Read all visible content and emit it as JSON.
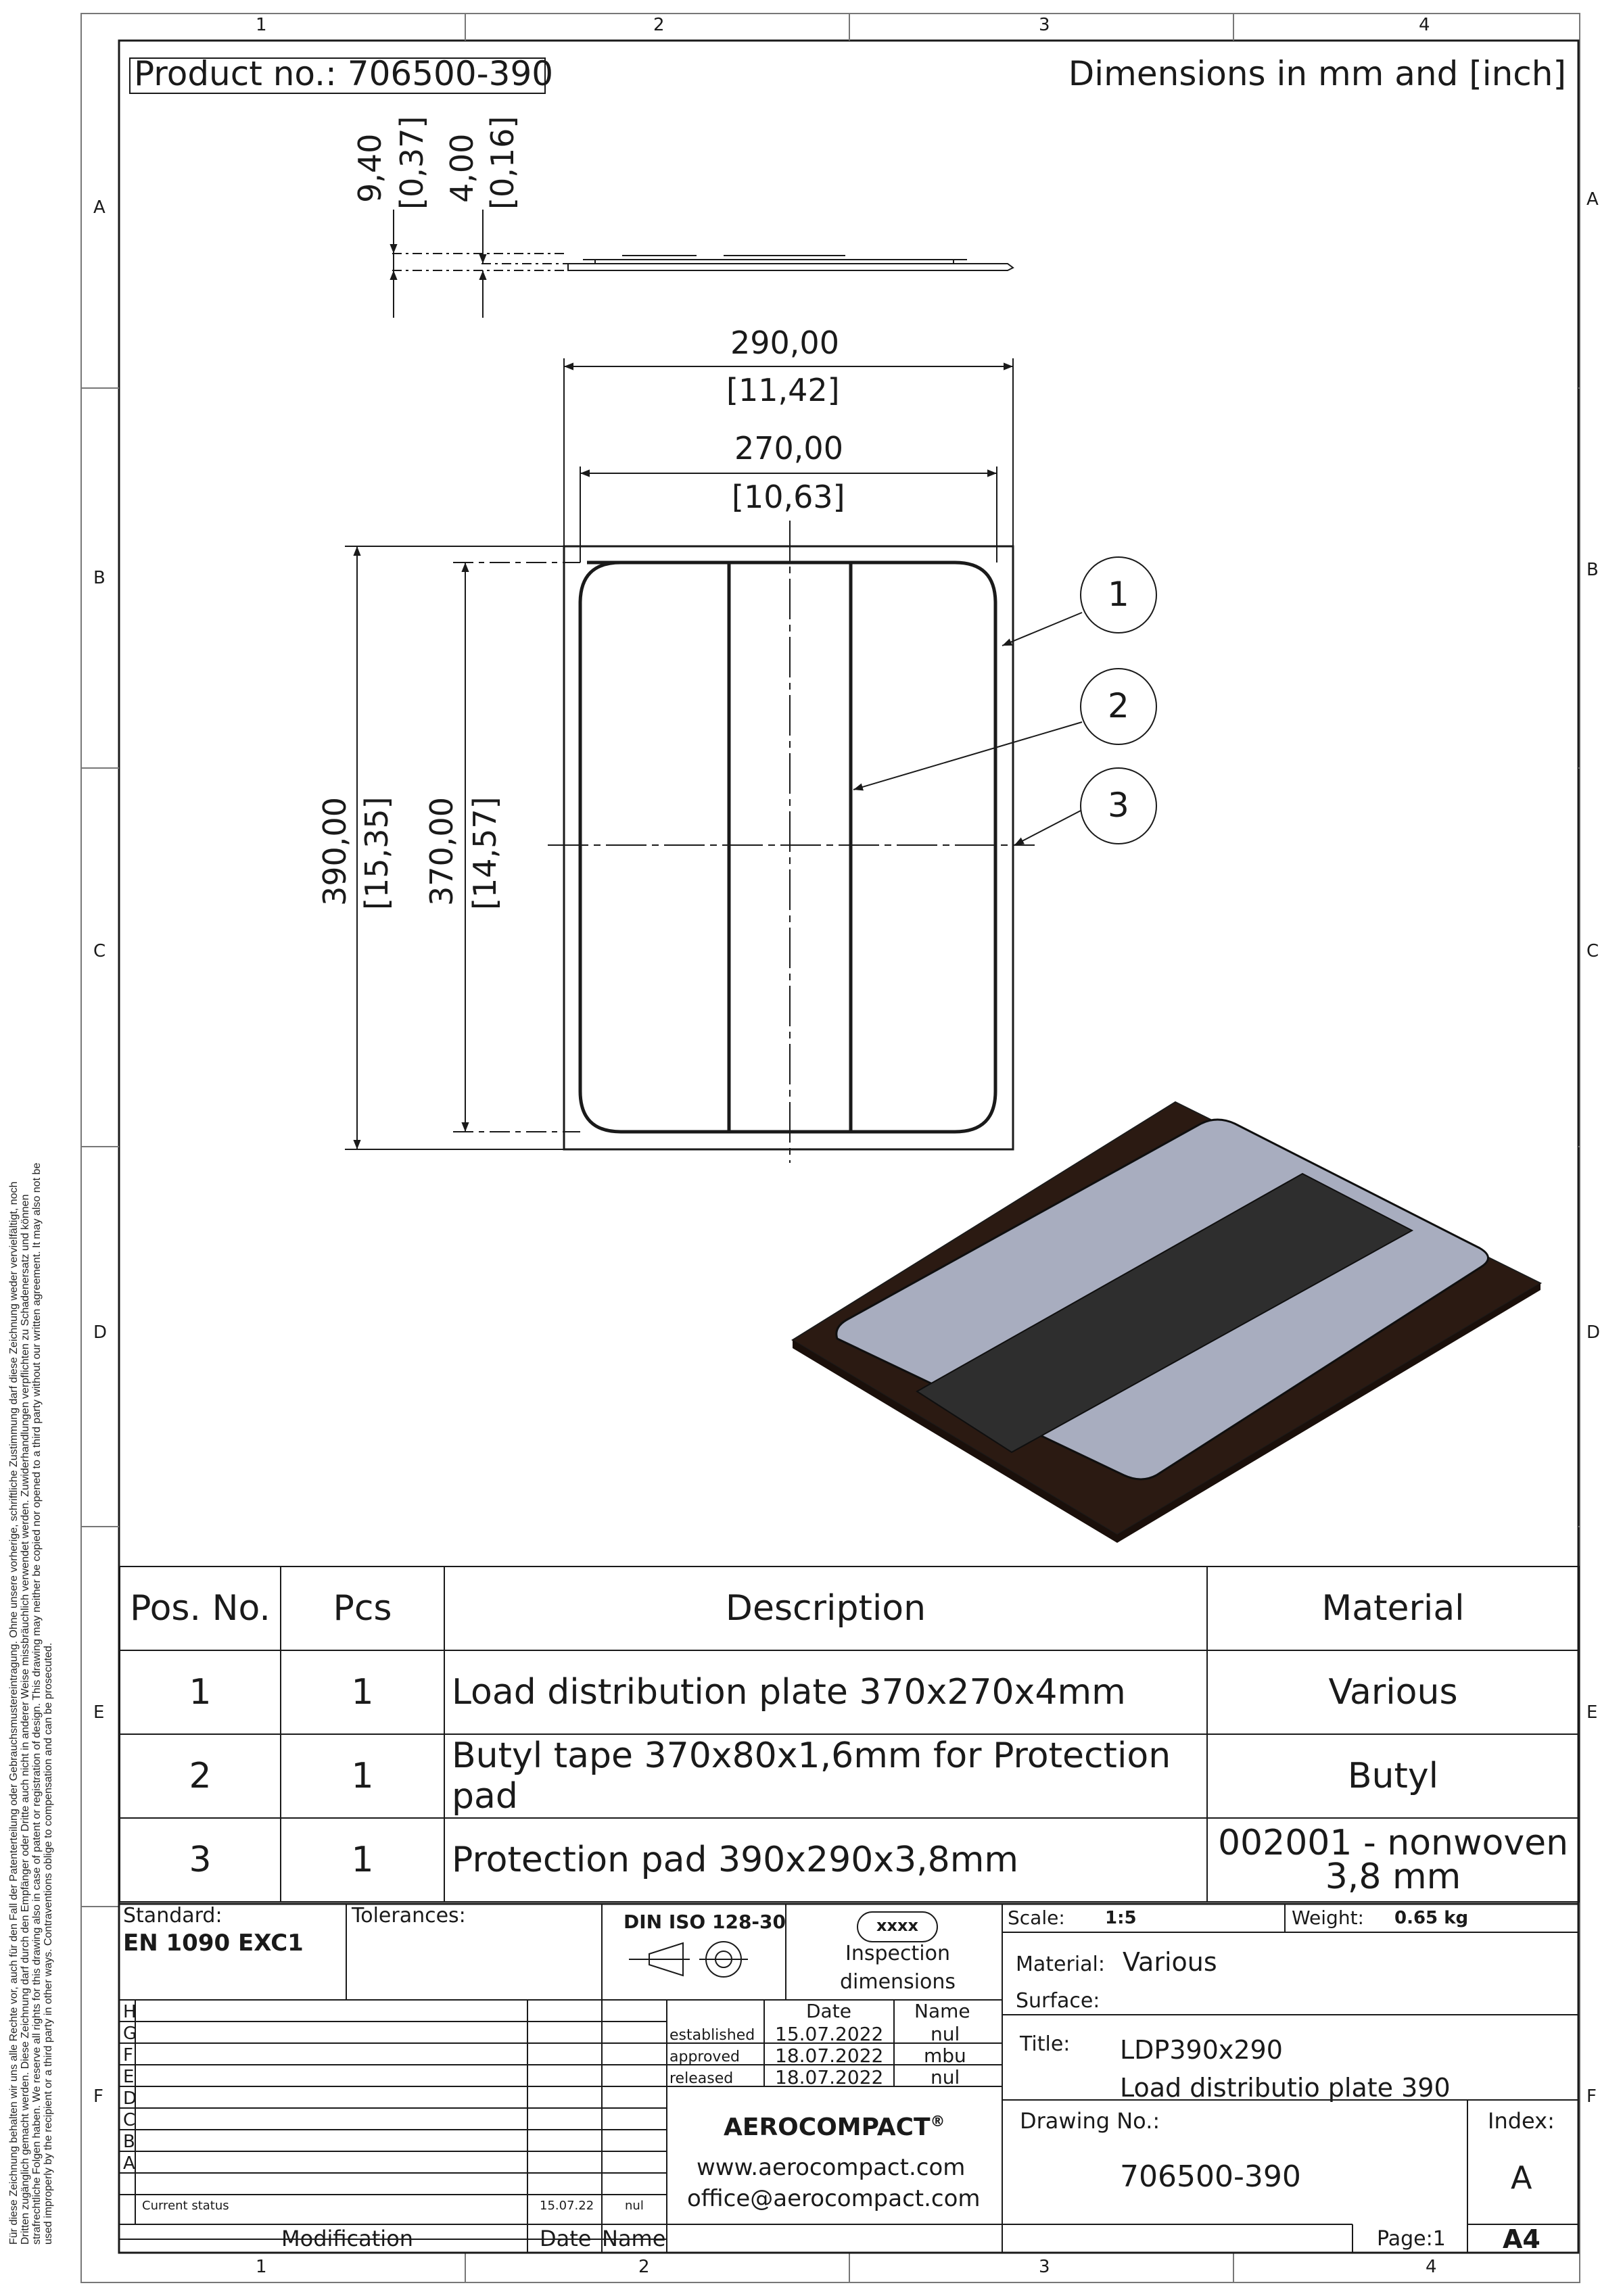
{
  "zones": {
    "columns": [
      "1",
      "2",
      "3",
      "4"
    ],
    "rows": [
      "A",
      "B",
      "C",
      "D",
      "E",
      "F"
    ]
  },
  "header": {
    "product_no": "Product no.: 706500-390",
    "units_note": "Dimensions in mm and [inch]"
  },
  "side_view_dims": {
    "total_mm": "9,40",
    "total_in": "[0,37]",
    "plate_mm": "4,00",
    "plate_in": "[0,16]"
  },
  "top_view_dims": {
    "outer_width_mm": "290,00",
    "outer_width_in": "[11,42]",
    "inner_width_mm": "270,00",
    "inner_width_in": "[10,63]",
    "outer_height_mm": "390,00",
    "outer_height_in": "[15,35]",
    "inner_height_mm": "370,00",
    "inner_height_in": "[14,57]"
  },
  "balloons": [
    "1",
    "2",
    "3"
  ],
  "colors": {
    "pad_grey": "#a8adbf",
    "butyl_black": "#2e2e2e",
    "plate_brown": "#2b1a12",
    "line": "#1a1a1a"
  },
  "bom": {
    "headers": [
      "Pos. No.",
      "Pcs",
      "Description",
      "Material"
    ],
    "rows": [
      {
        "pos": "1",
        "pcs": "1",
        "description": "Load distribution plate 370x270x4mm",
        "material": "Various",
        "material2": ""
      },
      {
        "pos": "2",
        "pcs": "1",
        "description": "Butyl tape 370x80x1,6mm for Protection pad",
        "material": "Butyl",
        "material2": ""
      },
      {
        "pos": "3",
        "pcs": "1",
        "description": "Protection pad 390x290x3,8mm",
        "material": "002001 - nonwoven",
        "material2": "3,8 mm"
      }
    ]
  },
  "title_block": {
    "standard_label": "Standard:",
    "standard_value": "EN 1090 EXC1",
    "tolerances_label": "Tolerances:",
    "din": "DIN ISO 128-30",
    "xxxx": "xxxx",
    "inspection1": "Inspection",
    "inspection2": "dimensions",
    "scale_label": "Scale:",
    "scale_value": "1:5",
    "weight_label": "Weight:",
    "weight_value": "0.65 kg",
    "material_label": "Material:",
    "material_value": "Various",
    "surface_label": "Surface:",
    "title_label": "Title:",
    "title_line1": "LDP390x290",
    "title_line2": "Load distributio plate 390",
    "drawing_no_label": "Drawing No.:",
    "drawing_no_value": "706500-390",
    "index_label": "Index:",
    "index_value": "A",
    "page_label": "Page:1",
    "format": "A4",
    "company": "AEROCOMPACT",
    "registered": "®",
    "website": "www.aerocompact.com",
    "email": "office@aerocompact.com",
    "revision_letters": [
      "H",
      "G",
      "F",
      "E",
      "D",
      "C",
      "B",
      "A"
    ],
    "current_status": "Current status",
    "status_date": "15.07.22",
    "status_name": "nul",
    "date_header": "Date",
    "name_header": "Name",
    "approvals": [
      {
        "label": "established",
        "date": "15.07.2022",
        "name": "nul"
      },
      {
        "label": "approved",
        "date": "18.07.2022",
        "name": "mbu"
      },
      {
        "label": "released",
        "date": "18.07.2022",
        "name": "nul"
      }
    ],
    "modification": "Modification",
    "footer_date": "Date",
    "footer_name": "Name"
  },
  "legal_note": [
    "Für diese Zeichnung behalten wir uns alle Rechte vor, auch für den Fall der Patenterteilung oder Gebrauchsmustereintragung. Ohne unsere vorherige, schriftliche Zustimmung darf diese Zeichnung weder vervielfältigt, noch",
    "Dritten zugänglich gemacht werden. Diese Zeichnung darf durch den Empfänger oder Dritte auch nicht in anderer Weise missbräuchlich verwendet werden. Zuwiderhandlungen verpflichten zu Schadenersatz und können",
    "strafrechtliche Folgen haben. We reserve all rights for this drawing also in case of patent or registration of design. This drawing may neither be copied nor opened to a third party without our written agreement. It may also not be",
    "used improperly by the recipient or a third party in other ways. Contraventions oblige to compensation and can be prosecuted."
  ]
}
